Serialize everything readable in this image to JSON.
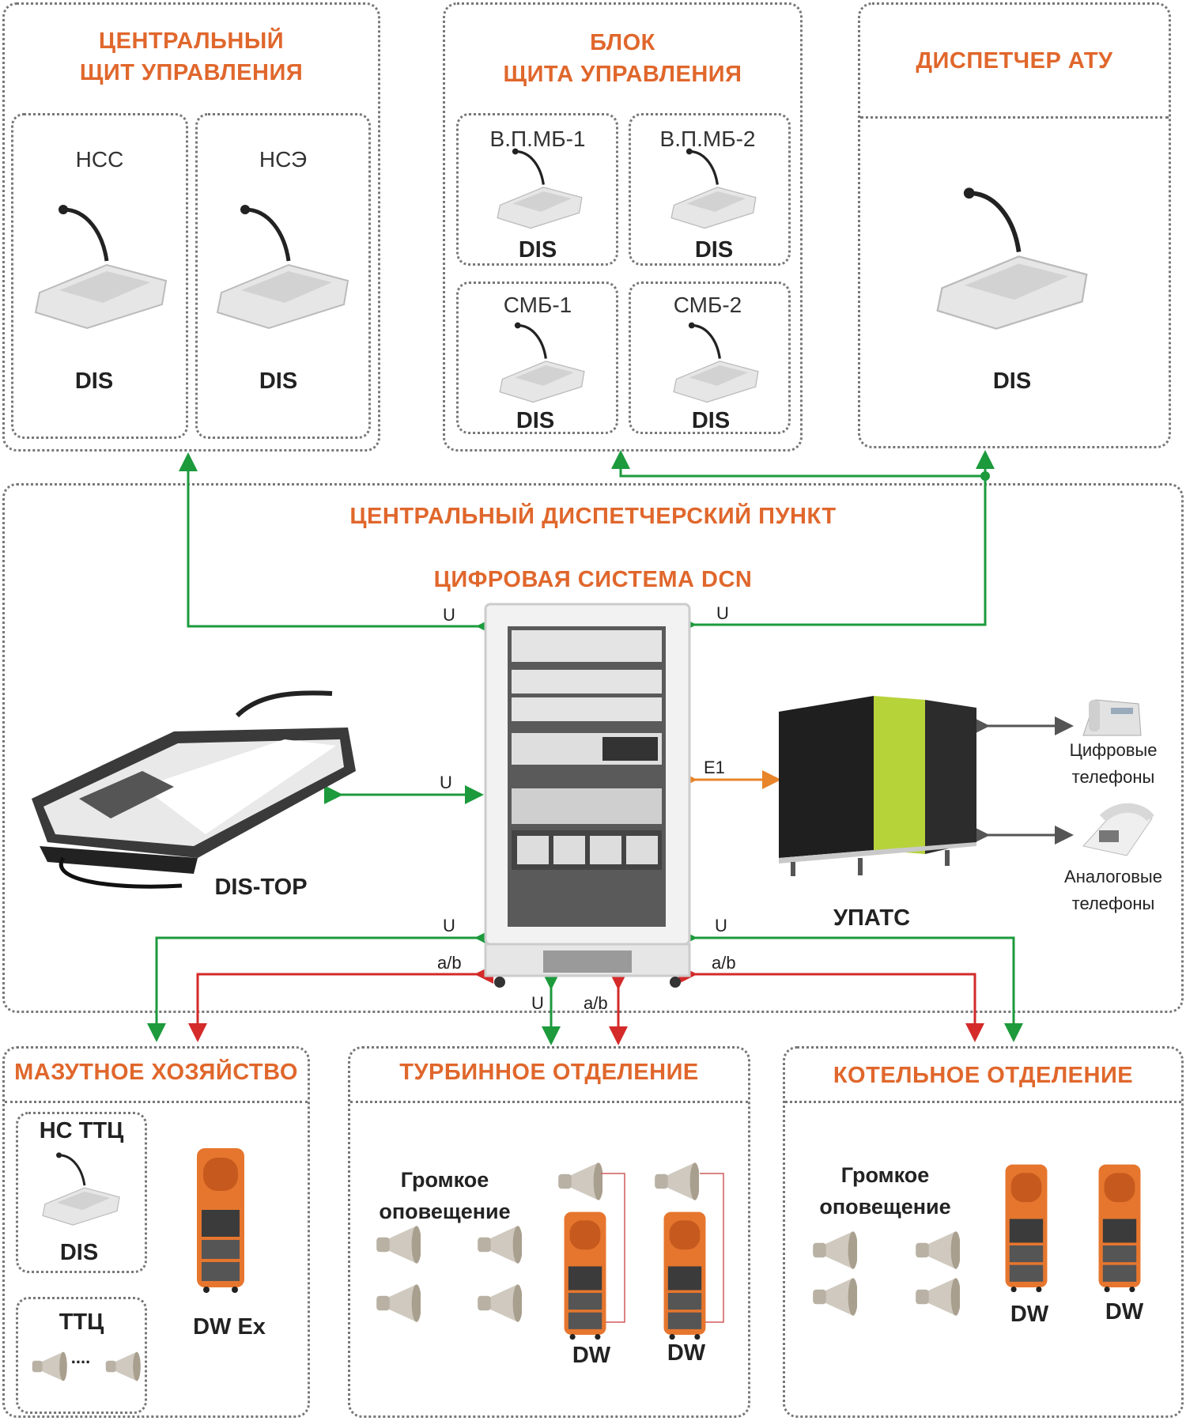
{
  "colors": {
    "accent": "#e0672c",
    "u_line": "#1c9a3c",
    "ab_line": "#d42a2a",
    "e1_line": "#e8842a",
    "phone_line": "#555555"
  },
  "panels": {
    "central_board": {
      "title": "ЦЕНТРАЛЬНЫЙ\nЩИТ УПРАВЛЕНИЯ",
      "consoles": [
        {
          "name": "НСС",
          "device": "DIS"
        },
        {
          "name": "НСЭ",
          "device": "DIS"
        }
      ]
    },
    "board_block": {
      "title": "БЛОК\nЩИТА УПРАВЛЕНИЯ",
      "consoles": [
        {
          "name": "В.П.МБ-1",
          "device": "DIS"
        },
        {
          "name": "В.П.МБ-2",
          "device": "DIS"
        },
        {
          "name": "СМБ-1",
          "device": "DIS"
        },
        {
          "name": "СМБ-2",
          "device": "DIS"
        }
      ]
    },
    "atu_dispatcher": {
      "title": "ДИСПЕТЧЕР АТУ",
      "device": "DIS"
    },
    "central_dispatch": {
      "title": "ЦЕНТРАЛЬНЫЙ ДИСПЕТЧЕРСКИЙ ПУНКТ",
      "subtitle": "ЦИФРОВАЯ СИСТЕМА DCN",
      "dis_top": "DIS-TOP",
      "pbx": "УПАТС",
      "digital_phones": "Цифровые\nтелефоны",
      "analog_phones": "Аналоговые\nтелефоны"
    },
    "fuel_oil": {
      "title": "МАЗУТНОЕ ХОЗЯЙСТВО",
      "console_name": "НС ТТЦ",
      "console_device": "DIS",
      "speakers_name": "ТТЦ",
      "ellipsis": "....",
      "station": "DW Ex"
    },
    "turbine": {
      "title": "ТУРБИННОЕ ОТДЕЛЕНИЕ",
      "pa_label": "Громкое\nоповещение",
      "stations": [
        "DW",
        "DW"
      ]
    },
    "boiler": {
      "title": "КОТЕЛЬНОЕ ОТДЕЛЕНИЕ",
      "pa_label": "Громкое\nоповещение",
      "stations": [
        "DW",
        "DW"
      ]
    }
  },
  "links": {
    "u": "U",
    "ab": "a/b",
    "e1": "E1"
  }
}
